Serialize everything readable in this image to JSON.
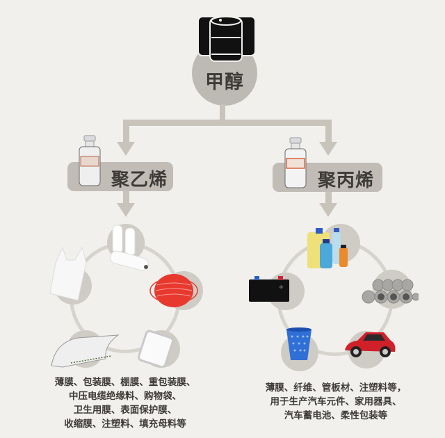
{
  "root": {
    "label": "甲醇",
    "icon": "oil-barrels-icon"
  },
  "branches": [
    {
      "label": "聚乙烯",
      "icon": "reagent-bottle-icon",
      "products": [
        "plastic-film-rolls",
        "red-cable-coil",
        "plastic-tray",
        "greenhouse-film",
        "plastic-bag"
      ],
      "description_lines": [
        "薄膜、包装膜、棚膜、重包装膜、",
        "中压电缆绝缘料、购物袋、",
        "卫生用膜、表面保护膜、",
        "收缩膜、注塑料、填充母料等"
      ]
    },
    {
      "label": "聚丙烯",
      "icon": "reagent-bottle-icon",
      "products": [
        "plastic-bottles",
        "plastic-pipes",
        "red-car",
        "blue-waste-basket",
        "car-battery"
      ],
      "description_lines": [
        "薄膜、纤维、管板材、注塑料等，",
        "用于生产汽车元件、家用器具、",
        "汽车蓄电池、柔性包装等"
      ]
    }
  ],
  "colors": {
    "background": "#f1f0ec",
    "connector": "#c8c4bc",
    "pill": "#c1bdb6",
    "text": "#3e3a37",
    "cable_red": "#e8392f",
    "car_red": "#d0202a",
    "basket_blue": "#2f6fd6"
  }
}
